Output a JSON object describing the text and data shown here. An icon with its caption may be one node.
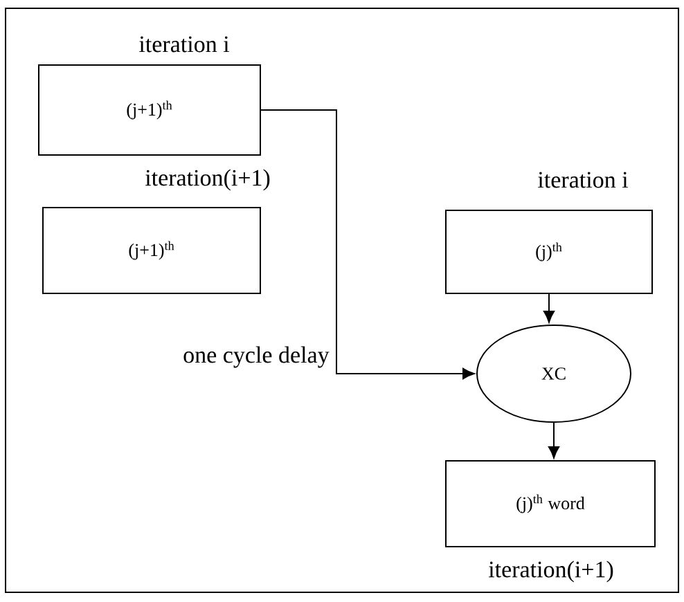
{
  "diagram": {
    "nodes": [
      {
        "text": [
          "iteration i",
          "(j+1)$^{th}$"
        ]
      },
      {
        "text": [
          "iteration(i+1)",
          "(j+1)$^{th}$"
        ]
      },
      {
        "text": [
          "iteration i",
          "(j)$^{th}$"
        ]
      },
      {
        "text": [
          "XC"
        ]
      },
      {
        "text": [
          "(j)$^{th}$ word",
          "iteration(i+1)"
        ]
      }
    ],
    "edges": [
      {
        "from": 0,
        "to": 3,
        "arrow": "to",
        "label": "one cycle delay"
      },
      {
        "from": 2,
        "to": 3,
        "arrow": "to"
      },
      {
        "from": 3,
        "to": 4,
        "arrow": "to"
      }
    ]
  }
}
